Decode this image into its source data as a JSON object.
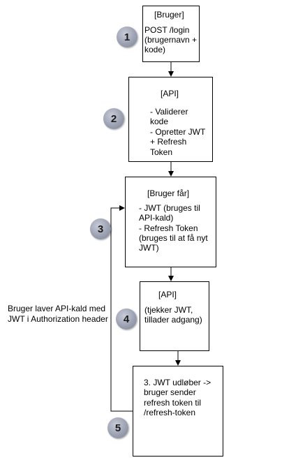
{
  "boxes": {
    "box1": {
      "title": "[Bruger]",
      "lines": [
        "POST /login",
        "(brugernavn +",
        "kode)"
      ]
    },
    "box2": {
      "title": "[API]",
      "lines": [
        "- Validerer",
        "kode",
        "- Opretter JWT",
        "+ Refresh",
        "Token"
      ]
    },
    "box3": {
      "title": "[Bruger får]",
      "lines": [
        "- JWT (bruges til",
        "API-kald)",
        "- Refresh Token",
        "(bruges til at få nyt",
        "JWT)"
      ]
    },
    "box4": {
      "title": "[API]",
      "lines": [
        "(tjekker JWT,",
        "tillader adgang)"
      ]
    },
    "box5": {
      "title": "",
      "lines": [
        "3. JWT udløber ->",
        "bruger sender",
        "refresh token til",
        "/refresh-token"
      ]
    }
  },
  "badges": [
    "1",
    "2",
    "3",
    "4",
    "5"
  ],
  "loop_label": [
    "Bruger laver API-kald med",
    "JWT i Authorization header"
  ],
  "colors": {
    "badge": "#9ca1b2",
    "stroke": "#000000"
  }
}
